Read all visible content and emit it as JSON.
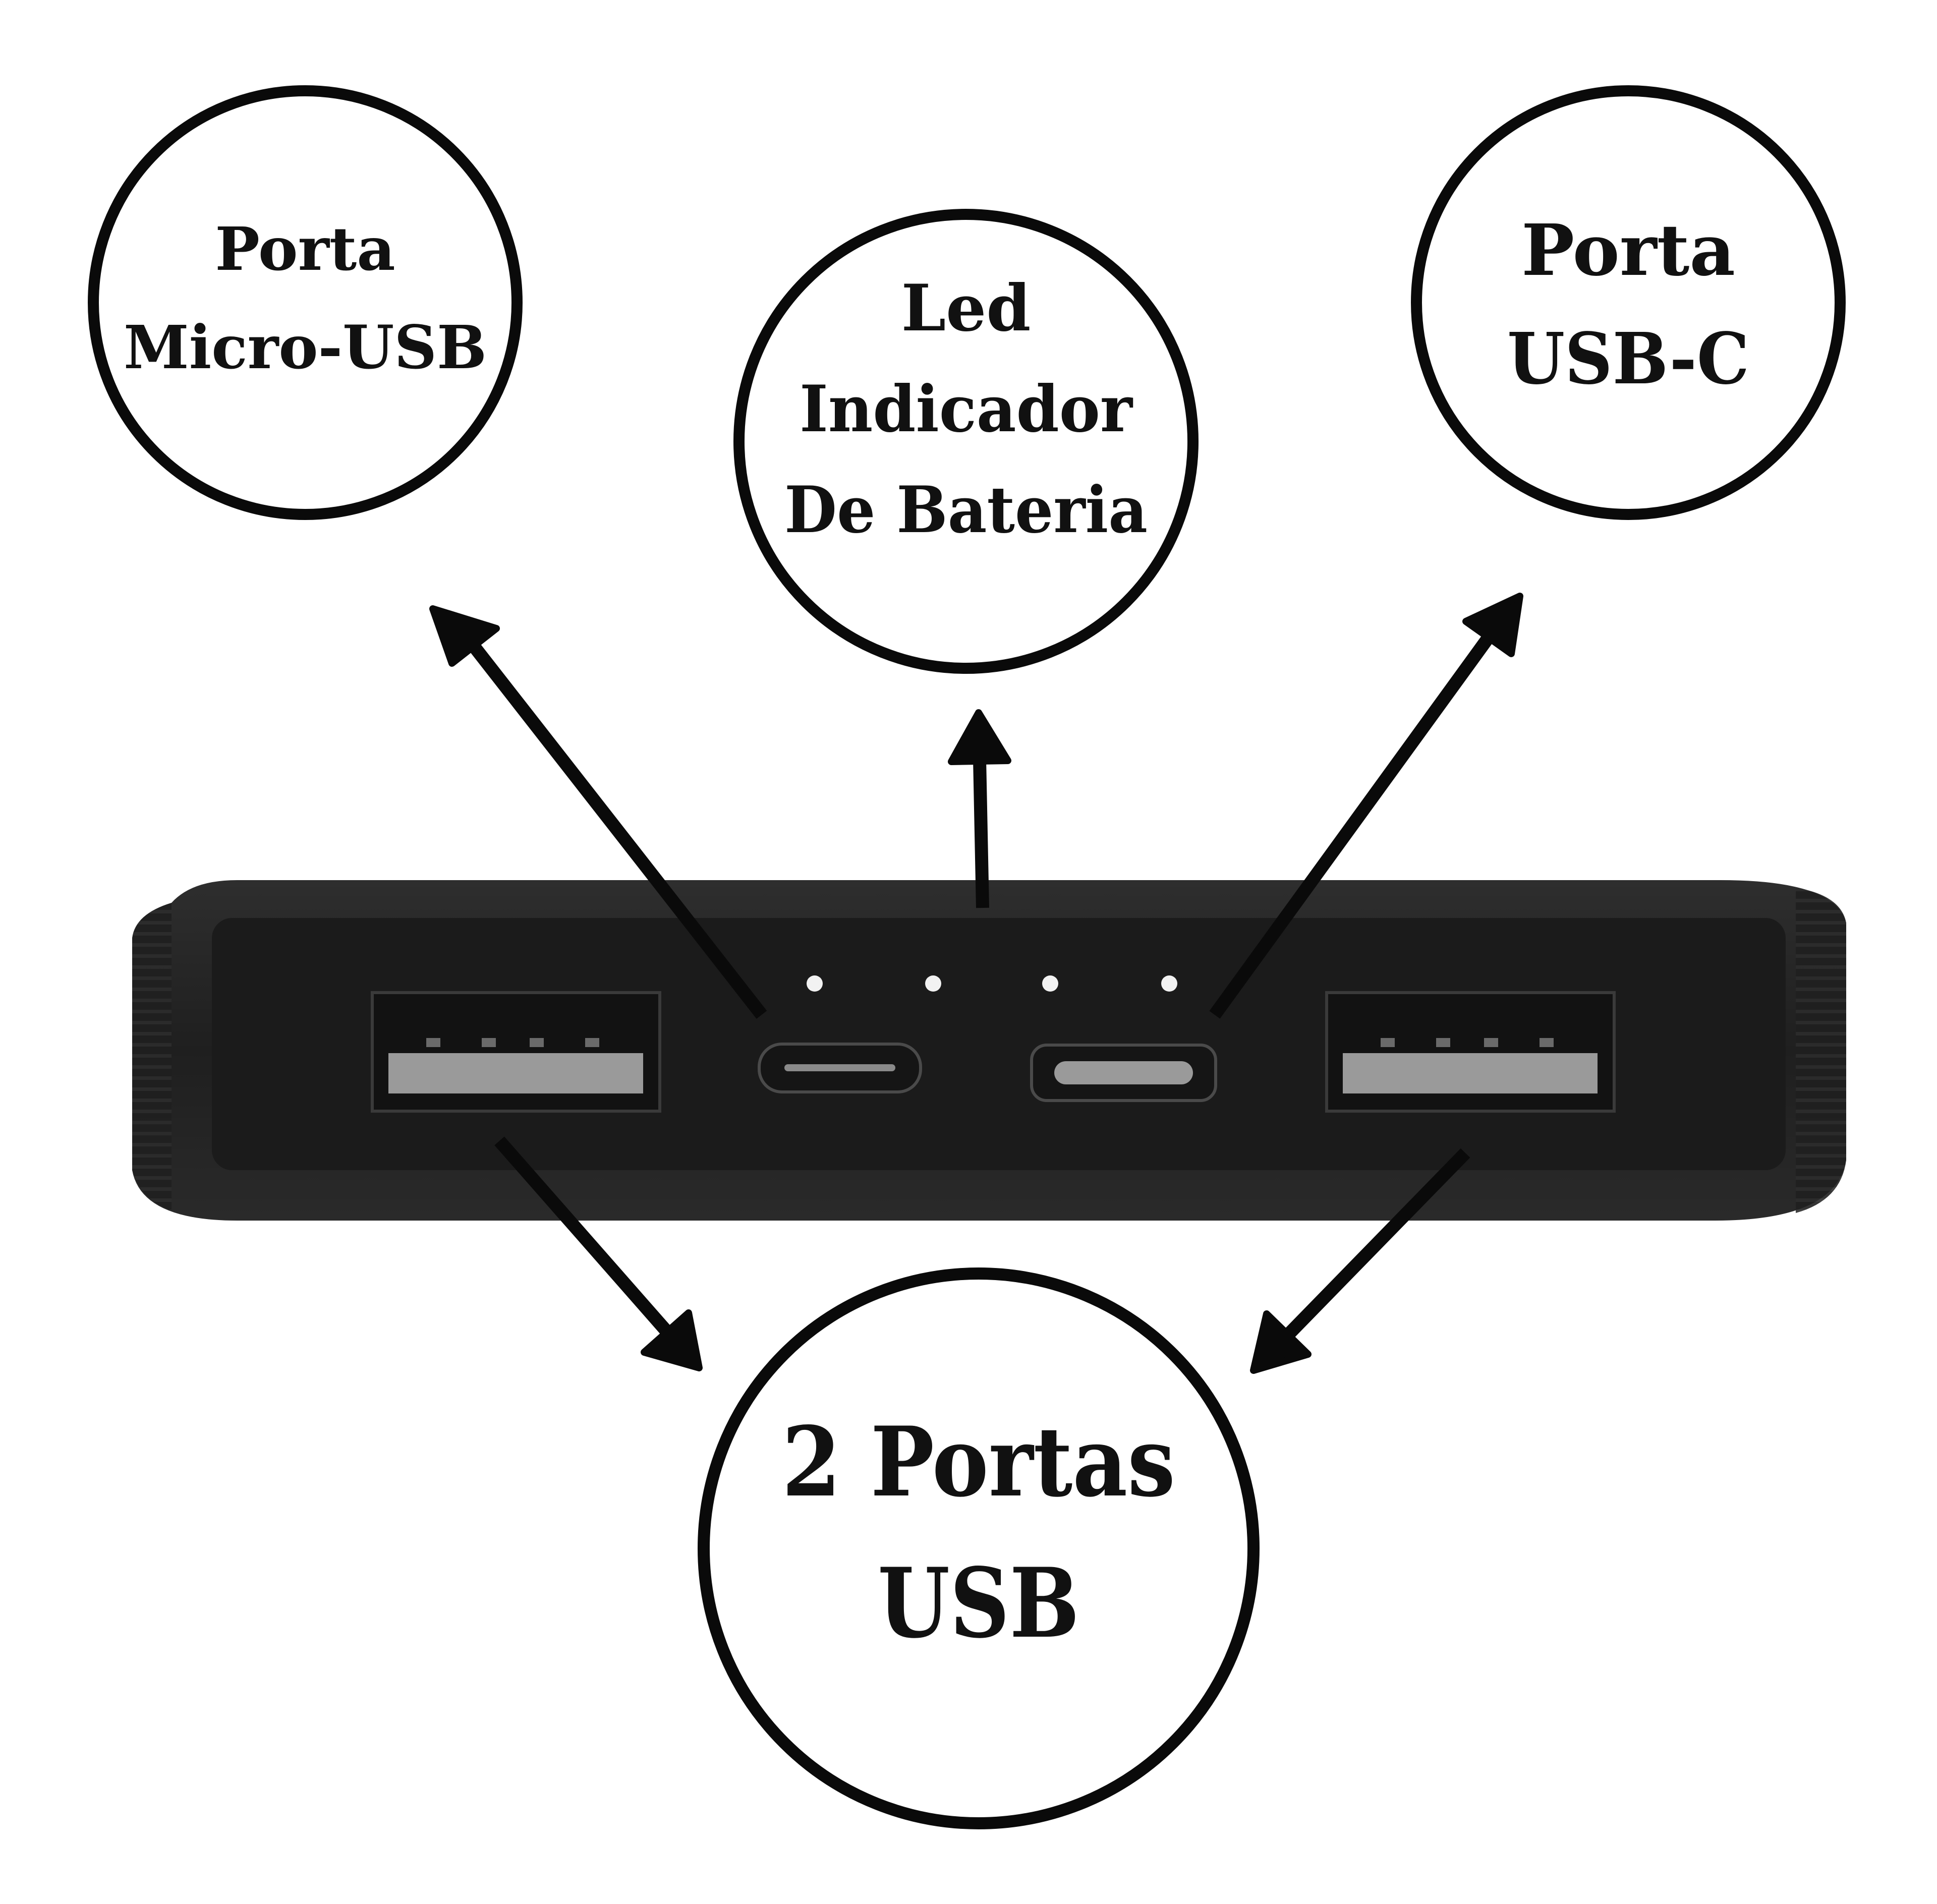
{
  "colors": {
    "background": "#ffffff",
    "ink": "#0a0a0a",
    "device_body": "#232323",
    "device_face": "#1b1b1b",
    "port_shell": "#151515",
    "port_tongue": "#9a9a9a",
    "led_dot": "#f2f2f2"
  },
  "callouts": {
    "micro_usb": {
      "lines": [
        "Porta",
        "Micro-USB"
      ]
    },
    "led_indicator": {
      "lines": [
        "Led",
        "Indicador",
        "De Bateria"
      ]
    },
    "usb_c": {
      "lines": [
        "Porta",
        "USB-C"
      ]
    },
    "usb_ports": {
      "lines": [
        "2 Portas",
        "USB"
      ]
    }
  },
  "device": {
    "name": "power-bank",
    "led_count": 4,
    "ports": [
      "usb-a",
      "micro-usb",
      "usb-c",
      "usb-a"
    ]
  },
  "icons": [
    "arrow-icon",
    "led-dot-icon",
    "usb-a-port-icon",
    "micro-usb-port-icon",
    "usb-c-port-icon"
  ]
}
